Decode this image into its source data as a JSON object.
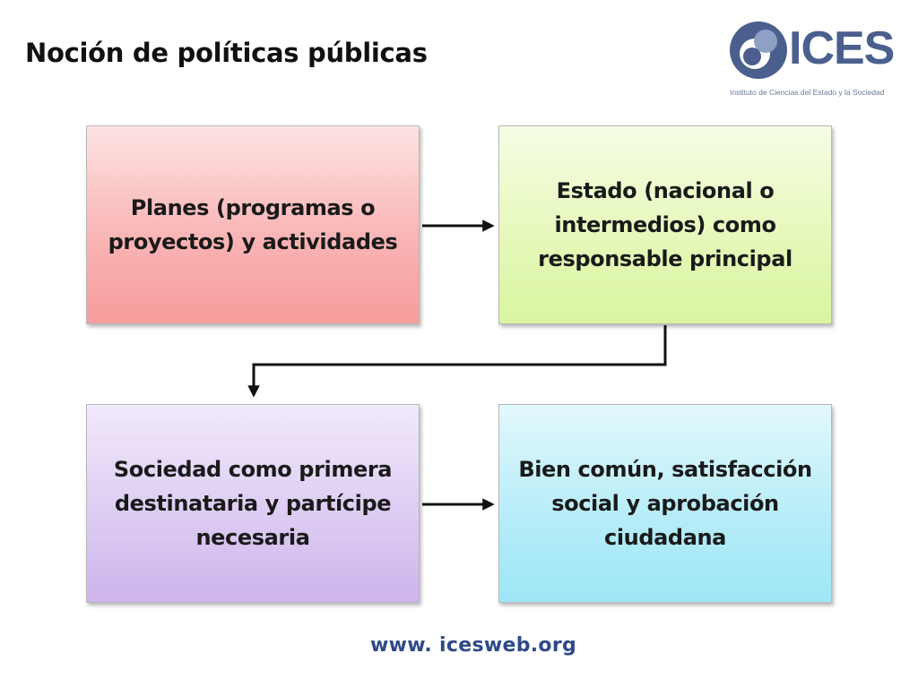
{
  "slide": {
    "title": "Noción de políticas públicas",
    "footer_url": "www. icesweb.org"
  },
  "logo": {
    "name": "ICES",
    "tagline": "Instituto de Ciencias del Estado y la Sociedad",
    "icon": "ices-logo-icon",
    "colors": {
      "primary": "#4a5f8e",
      "accent": "#8ea0c4"
    }
  },
  "diagram": {
    "nodes": [
      {
        "id": "planes",
        "text": "Planes (programas o proyectos) y actividades",
        "color": "#f9b2b2"
      },
      {
        "id": "estado",
        "text": "Estado (nacional o intermedios) como responsable principal",
        "color": "#e5f8b8"
      },
      {
        "id": "sociedad",
        "text": "Sociedad como primera destinataria y partícipe necesaria",
        "color": "#dccaf2"
      },
      {
        "id": "bien",
        "text": "Bien común, satisfacción social y aprobación ciudadana",
        "color": "#b4ecf8"
      }
    ],
    "edges": [
      {
        "from": "planes",
        "to": "estado"
      },
      {
        "from": "estado",
        "to": "sociedad"
      },
      {
        "from": "sociedad",
        "to": "bien"
      }
    ]
  }
}
